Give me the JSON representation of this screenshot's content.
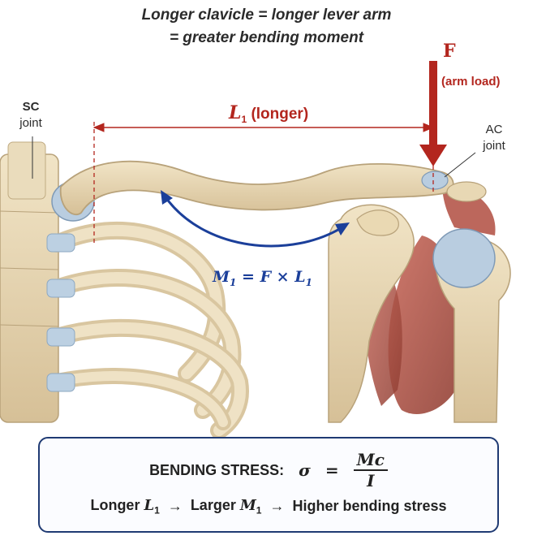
{
  "title": {
    "line1": "Longer clavicle = longer lever arm",
    "line2": "= greater bending moment"
  },
  "labels": {
    "sc_joint": [
      "SC",
      "joint"
    ],
    "ac_joint": [
      "AC",
      "joint"
    ],
    "force": "F",
    "force_note": "(arm load)",
    "lever_symbol": "L",
    "lever_sub": "1",
    "lever_note": "(longer)",
    "moment": {
      "lhs": "M",
      "lhs_sub": "1",
      "rhs": "= F × L",
      "rhs_sub": "1"
    }
  },
  "formula_box": {
    "bending_label": "BENDING STRESS:",
    "sigma": "σ",
    "equals": "=",
    "numerator": "Mc",
    "denominator": "I",
    "chain": {
      "item1_text": "Longer",
      "item1_sym": "L",
      "item1_sub": "1",
      "arrow": "→",
      "item2_text": "Larger",
      "item2_sym": "M",
      "item2_sub": "1",
      "item3": "Higher bending stress"
    }
  },
  "colors": {
    "force_red": "#b3261e",
    "moment_blue": "#1b3f9a",
    "bone": "#e8d8b4",
    "muscle": "#b5574a",
    "cartilage": "#b9cde0",
    "box_border": "#1f3a73"
  }
}
